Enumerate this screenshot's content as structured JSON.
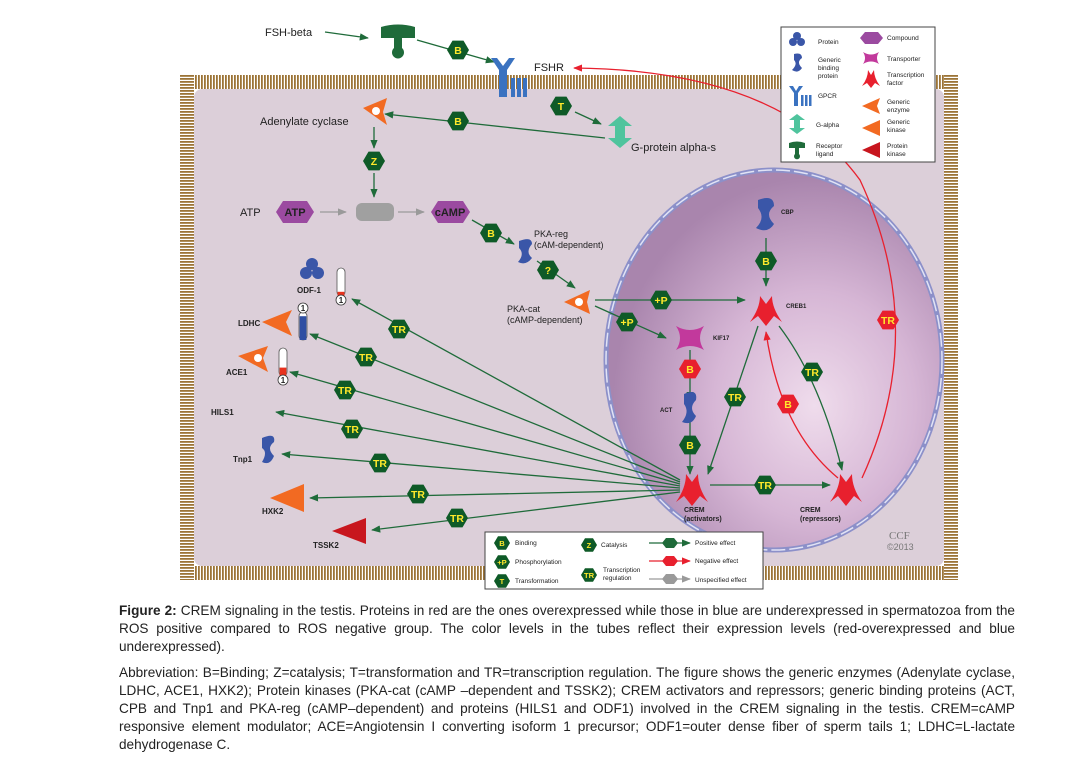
{
  "figure": {
    "nodes": {
      "fsh_beta": "FSH-beta",
      "fshr": "FSHR",
      "adenylate_cyclase": "Adenylate cyclase",
      "g_protein": "G-protein alpha-s",
      "atp_label": "ATP",
      "atp_compound": "ATP",
      "camp": "cAMP",
      "pka_reg_1": "PKA-reg",
      "pka_reg_2": "(cAM-dependent)",
      "pka_cat_1": "PKA-cat",
      "pka_cat_2": "(cAMP-dependent)",
      "odf1": "ODF-1",
      "ldhc": "LDHC",
      "ace1": "ACE1",
      "hils1": "HILS1",
      "tnp1": "Tnp1",
      "hxk2": "HXK2",
      "tssk2": "TSSK2",
      "cbp": "CBP",
      "creb1": "CREB1",
      "kif17": "KIF17",
      "act": "ACT",
      "crem_act_1": "CREM",
      "crem_act_2": "(activators)",
      "crem_rep_1": "CREM",
      "crem_rep_2": "(repressors)"
    },
    "tube_levels": [
      {
        "name": "ODF-1",
        "color": "#e8321e",
        "fraction": 0.15,
        "rank": "1"
      },
      {
        "name": "LDHC",
        "color": "#2f4fa3",
        "fraction": 0.85,
        "rank": "1"
      },
      {
        "name": "ACE1",
        "color": "#e8321e",
        "fraction": 0.3,
        "rank": "1"
      }
    ],
    "badges": {
      "B": "B",
      "Z": "Z",
      "T": "T",
      "TR": "TR",
      "P": "+P",
      "Q": "?"
    },
    "legend_shapes": {
      "protein": "Protein",
      "generic_binding_1": "Generic",
      "generic_binding_2": "binding",
      "generic_binding_3": "protein",
      "gpcr": "GPCR",
      "g_alpha": "G-alpha",
      "receptor_ligand_1": "Receptor",
      "receptor_ligand_2": "ligand",
      "compound": "Compound",
      "transporter": "Transporter",
      "transcription_factor_1": "Transcription",
      "transcription_factor_2": "factor",
      "generic_enzyme_1": "Generic",
      "generic_enzyme_2": "enzyme",
      "generic_kinase_1": "Generic",
      "generic_kinase_2": "kinase",
      "protein_kinase_1": "Protein",
      "protein_kinase_2": "kinase"
    },
    "legend_effects": {
      "binding": "Binding",
      "phosphorylation": "Phosphorylation",
      "transformation": "Transformation",
      "catalysis": "Catalysis",
      "transcription_1": "Transcription",
      "transcription_2": "regulation",
      "positive": "Positive effect",
      "negative": "Negative effect",
      "unspecified": "Unspecified effect"
    },
    "credit_1": "CCF",
    "credit_2": "©2013",
    "colors": {
      "cell": "#dccfd9",
      "membrane": "#9c7437",
      "nucleus": "#b58fb6",
      "positive": "#1f6b3a",
      "negative": "#e8202e",
      "badge_green": "#0e5a27",
      "badge_text": "#ffe92b",
      "enzyme": "#f26a22",
      "kinase": "#c8161e",
      "protein_blue": "#3a56a8",
      "compound": "#9b4aa0",
      "transporter": "#c2399c",
      "galpha": "#4fc49d",
      "ligand": "#1f6b3a"
    }
  },
  "caption": {
    "title": "Figure 2:",
    "text": " CREM signaling in the testis. Proteins in red are the ones overexpressed while those in blue are underexpressed in spermatozoa from the ROS positive  compared to ROS negative group. The color levels in the tubes reflect their expression levels (red-overexpressed and blue underexpressed).",
    "abbreviation": "Abbreviation:  B=Binding; Z=catalysis; T=transformation and TR=transcription regulation. The figure shows the generic enzymes (Adenylate cyclase, LDHC, ACE1, HXK2); Protein kinases (PKA-cat (cAMP –dependent and TSSK2); CREM activators and repressors; generic binding proteins (ACT, CPB and Tnp1 and PKA-reg (cAMP–dependent) and proteins (HILS1 and ODF1) involved in the CREM signaling in the testis. CREM=cAMP responsive element modulator; ACE=Angiotensin I converting isoform 1 precursor; ODF1=outer dense fiber of sperm tails 1; LDHC=L-lactate dehydrogenase C."
  }
}
